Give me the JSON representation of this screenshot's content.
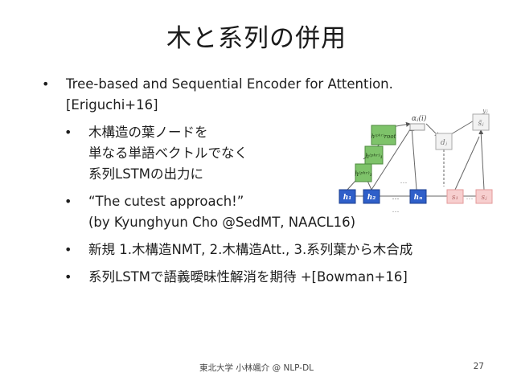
{
  "slide": {
    "title": "木と系列の併用",
    "bullets": [
      {
        "level": 1,
        "lines": [
          "Tree-based and Sequential Encoder for Attention.",
          "[Eriguchi+16]"
        ]
      },
      {
        "level": 2,
        "lines": [
          "木構造の葉ノードを",
          "単なる単語ベクトルでなく",
          "系列LSTMの出力に"
        ]
      },
      {
        "level": 2,
        "lines": [
          "“The cutest approach!”",
          "(by Kyunghyun Cho @SedMT, NAACL16)"
        ]
      },
      {
        "level": 2,
        "lines": [
          "新規 1.木構造NMT, 2.木構造Att., 3.系列葉から木合成"
        ]
      },
      {
        "level": 2,
        "lines": [
          "系列LSTMで語義曖昧性解消を期待 +[Bowman+16]"
        ]
      }
    ],
    "footer": "東北大学 小林颯介 @ NLP-DL",
    "page_number": "27"
  },
  "diagram": {
    "colors": {
      "green": "#7ec36a",
      "green_edge": "#4c8a3e",
      "blue": "#2f5fc9",
      "blue_edge": "#1d3f8f",
      "pink": "#f7cfcf",
      "pink_edge": "#e39a9a",
      "gray_box": "#f2f2f2"
    },
    "labels": {
      "h1": "h₁",
      "h2": "h₂",
      "hn": "hₙ",
      "h_root": "h⁽ᵖʰʳ⁾root",
      "h_mid": "h⁽ᵖʰʳ⁾₁",
      "h_low": "h⁽ᵖʰʳ⁾₁",
      "alpha": "αⱼ(i)",
      "dj": "dⱼ",
      "s1": "s₁",
      "sj": "sⱼ",
      "yj": "yⱼ",
      "sj_tilde": "s̃ⱼ",
      "dots": "…"
    }
  }
}
